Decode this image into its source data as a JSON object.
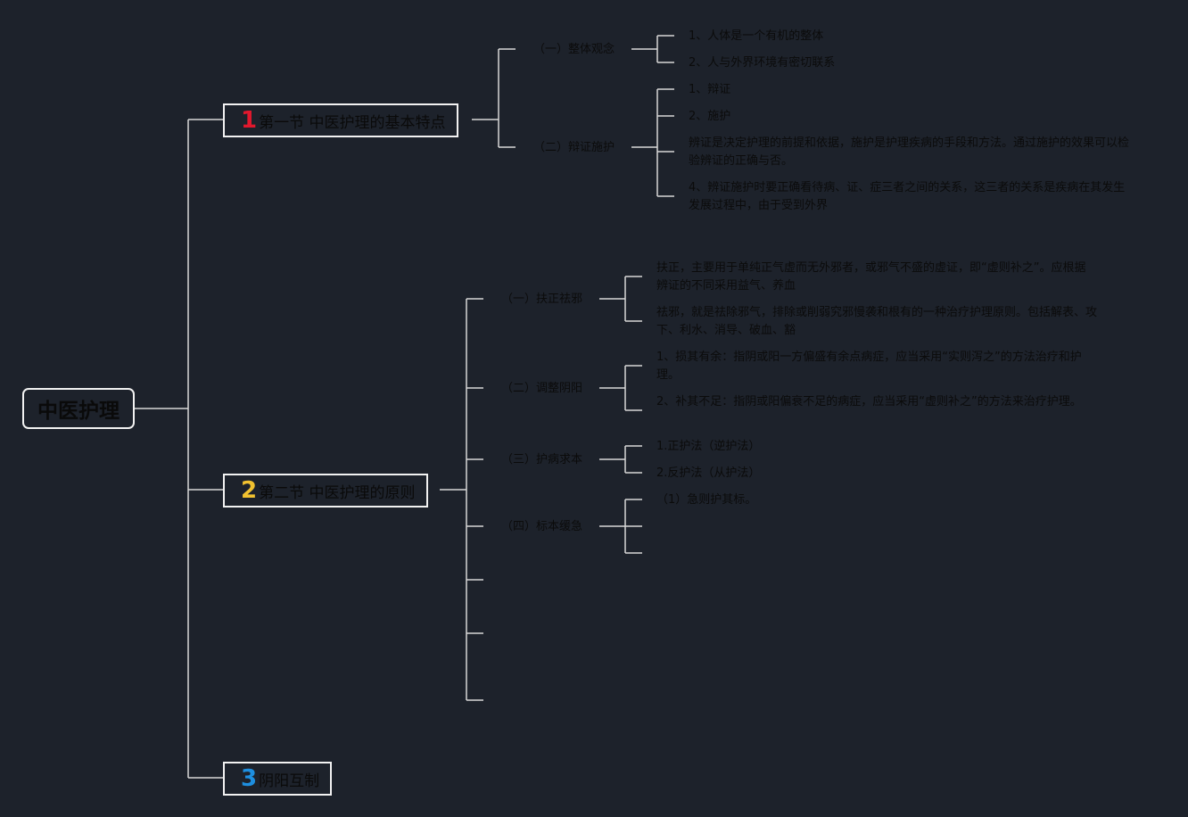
{
  "colors": {
    "background": "#1d222b",
    "connector": "#d8d8d8",
    "num1": "#e0182d",
    "num2": "#f2c230",
    "num3": "#1e8fe0"
  },
  "root": {
    "label": "中医护理"
  },
  "sections": [
    {
      "num": "1",
      "label": "第一节 中医护理的基本特点",
      "subs": [
        {
          "label": "（一）整体观念",
          "items": [
            "1、人体是一个有机的整体",
            "2、人与外界环境有密切联系"
          ]
        },
        {
          "label": "（二）辩证施护",
          "items": [
            "1、辩证",
            "2、施护",
            "辨证是决定护理的前提和依据，施护是护理疾病的手段和方法。通过施护的效果可以检验辨证的正确与否。",
            "4、辨证施护时要正确看待病、证、症三者之间的关系，这三者的关系是疾病在其发生发展过程中，由于受到外界"
          ]
        }
      ]
    },
    {
      "num": "2",
      "label": "第二节 中医护理的原则",
      "subs": [
        {
          "label": "（一）扶正祛邪",
          "items": [
            "扶正，主要用于单纯正气虚而无外邪者，或邪气不盛的虚证，即“虚则补之”。应根据辨证的不同采用益气、养血",
            "祛邪，就是祛除邪气，排除或削弱究邪慢袭和根有的一种治疗护理原则。包括解表、攻下、利水、消导、破血、豁"
          ]
        },
        {
          "label": "（二）调整阴阳",
          "items": [
            "1、损其有余：指阴或阳一方偏盛有余点病症，应当采用“实则泻之”的方法治疗和护理。",
            "2、补其不足：指阴或阳偏衰不足的病症，应当采用“虚则补之”的方法来治疗护理。"
          ]
        },
        {
          "label": "（三）护病求本",
          "items": [
            "1.正护法（逆护法）",
            "2.反护法（从护法）"
          ]
        },
        {
          "label": "（四）标本缓急",
          "items": [
            "（1）急则护其标。",
            "",
            ""
          ]
        },
        {
          "label": "",
          "items": []
        },
        {
          "label": "",
          "items": []
        },
        {
          "label": "",
          "items": []
        }
      ]
    },
    {
      "num": "3",
      "label": "阴阳互制",
      "subs": []
    }
  ]
}
